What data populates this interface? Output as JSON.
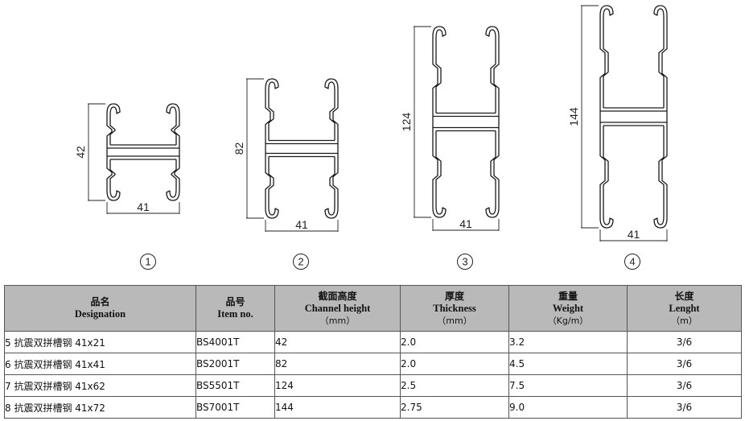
{
  "profiles": [
    {
      "number": "1",
      "height_label": "42",
      "width_label": "41"
    },
    {
      "number": "2",
      "height_label": "82",
      "width_label": "41"
    },
    {
      "number": "3",
      "height_label": "124",
      "width_label": "41"
    },
    {
      "number": "4",
      "height_label": "144",
      "width_label": "41"
    }
  ],
  "table": {
    "headers": [
      {
        "zh": "品名",
        "en": "Designation",
        "unit": ""
      },
      {
        "zh": "品号",
        "en": "Item no.",
        "unit": ""
      },
      {
        "zh": "截面高度",
        "en": "Channel height",
        "unit": "（mm）"
      },
      {
        "zh": "厚度",
        "en": "Thickness",
        "unit": "（mm）"
      },
      {
        "zh": "重量",
        "en": "Weight",
        "unit": "（Kg/m）"
      },
      {
        "zh": "长度",
        "en": "Lenght",
        "unit": "（m）"
      }
    ],
    "rows": [
      {
        "designation": "5  抗震双拼槽钢  41x21",
        "item": "BS4001T",
        "height": "42",
        "thickness": "2.0",
        "weight": "3.2",
        "length": "3/6"
      },
      {
        "designation": "6  抗震双拼槽钢  41x41",
        "item": "BS2001T",
        "height": "82",
        "thickness": "2.0",
        "weight": "4.5",
        "length": "3/6"
      },
      {
        "designation": "7  抗震双拼槽钢  41x62",
        "item": "BS5501T",
        "height": "124",
        "thickness": "2.5",
        "weight": "7.5",
        "length": "3/6"
      },
      {
        "designation": "8  抗震双拼槽钢  41x72",
        "item": "BS7001T",
        "height": "144",
        "thickness": "2.75",
        "weight": "9.0",
        "length": "3/6"
      }
    ]
  }
}
